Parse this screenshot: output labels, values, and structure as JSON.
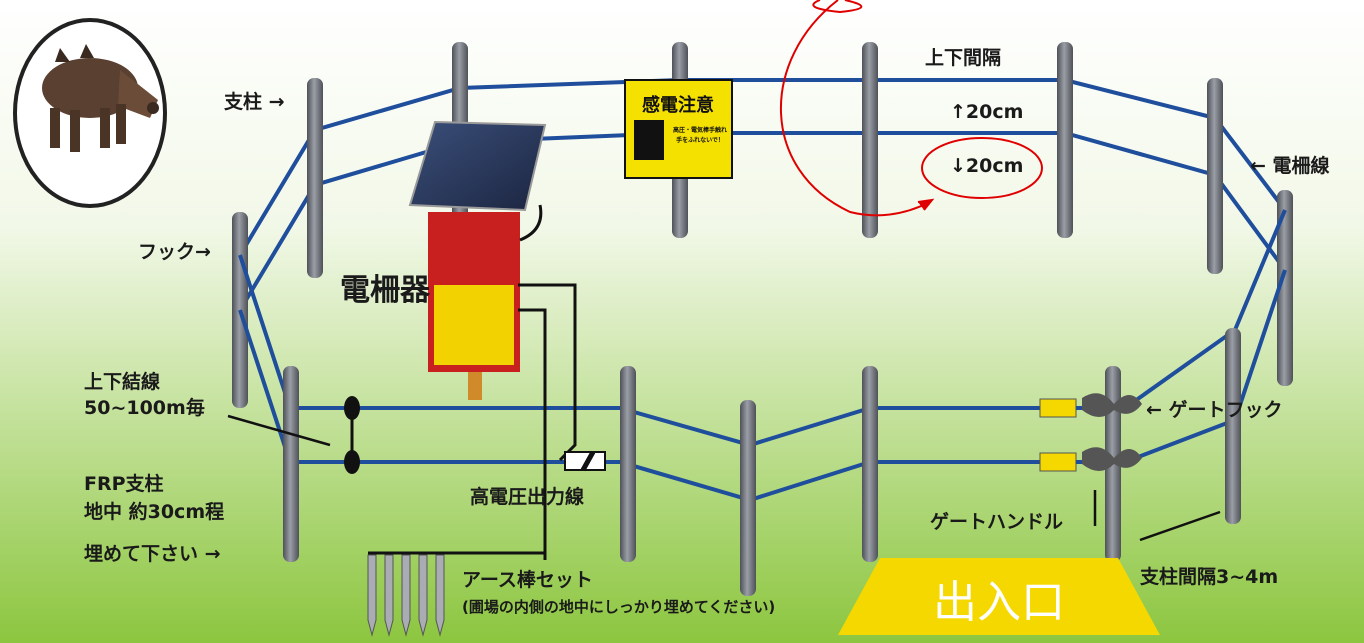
{
  "labels": {
    "post": "支柱 →",
    "hook": "フック→",
    "vertical_spacing": "上下間隔",
    "up_20": "↑20cm",
    "down_20": "↓20cm",
    "fence_wire": "← 電柵線",
    "energizer": "電柵器",
    "tie_line_1": "上下結線",
    "tie_line_2": "50~100m毎",
    "frp_1": "FRP支柱",
    "frp_2": "地中 約30cm程",
    "frp_3": "埋めて下さい →",
    "hv_output": "高電圧出力線",
    "gate_hook": "← ゲートフック",
    "gate_handle": "ゲートハンドル",
    "post_spacing": "支柱間隔3~4m",
    "earth_rod_1": "アース棒セット",
    "earth_rod_2": "(圃場の内側の地中にしっかり埋めてください)",
    "entrance": "出入口"
  },
  "sign": {
    "title": "感電注意",
    "line1": "高圧・電気棒手触れ",
    "line2": "手をふれないで！"
  },
  "colors": {
    "background_top": "#ffffff",
    "background_bottom": "#8cc63f",
    "wire": "#1f4e9c",
    "post": "#6b6e75",
    "sign_yellow": "#f5e100",
    "entrance_yellow": "#f5d800",
    "annotation_red": "#e00000"
  }
}
